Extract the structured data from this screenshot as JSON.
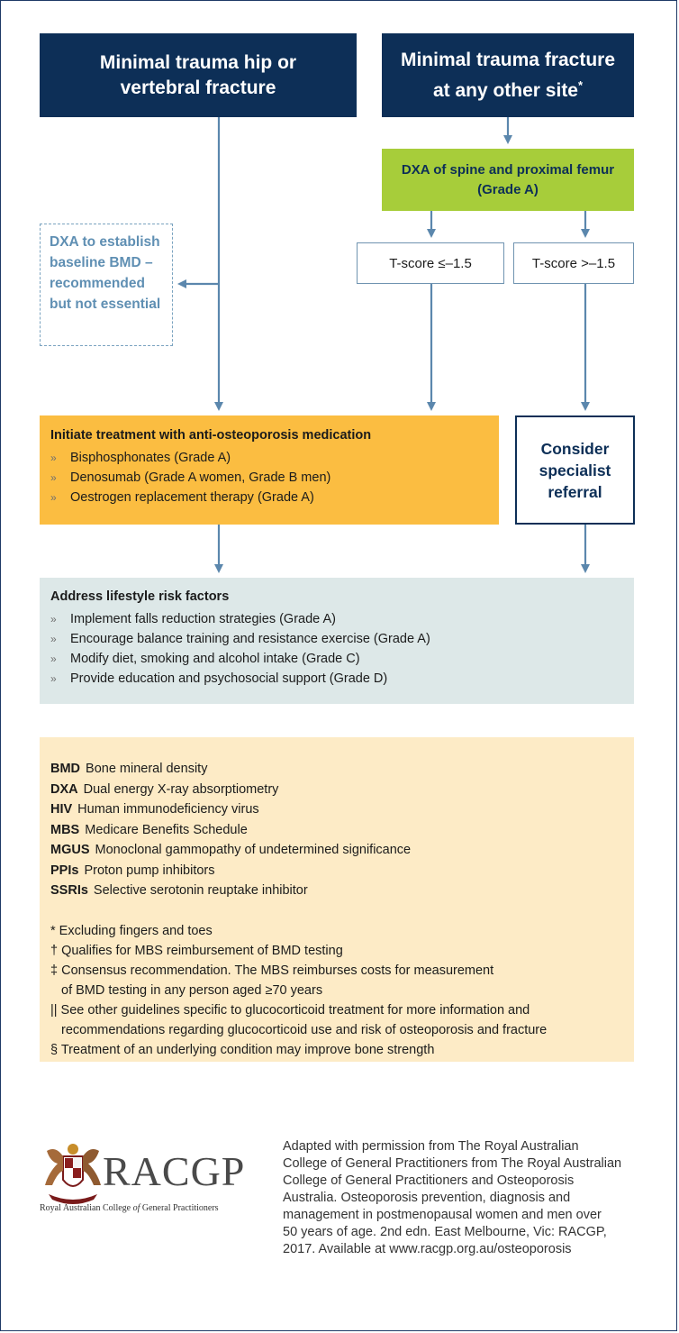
{
  "nodes": {
    "hip_fracture": "Minimal trauma hip or vertebral fracture",
    "other_fracture": "Minimal trauma fracture at any other site",
    "other_fracture_marker": "*",
    "dxa_spine": "DXA of spine and proximal femur",
    "dxa_spine_grade": "(Grade A)",
    "dxa_baseline": [
      "DXA to establish",
      "baseline BMD –",
      "recommended",
      "but not essential"
    ],
    "tscore_low": "T-score ≤–1.5",
    "tscore_high": "T-score >–1.5",
    "treatment": {
      "title": "Initiate treatment with anti-osteoporosis medication",
      "items": [
        "Bisphosphonates (Grade A)",
        "Denosumab (Grade A women, Grade B men)",
        "Oestrogen replacement therapy (Grade A)"
      ]
    },
    "referral": [
      "Consider",
      "specialist",
      "referral"
    ],
    "lifestyle": {
      "title": "Address lifestyle risk factors",
      "items": [
        "Implement falls reduction strategies (Grade A)",
        "Encourage balance training and resistance exercise (Grade A)",
        "Modify diet, smoking and alcohol intake (Grade C)",
        "Provide education and psychosocial support (Grade D)"
      ]
    }
  },
  "bullet_glyph": "»",
  "abbreviations": [
    {
      "abbr": "BMD",
      "meaning": "Bone mineral density"
    },
    {
      "abbr": "DXA",
      "meaning": "Dual energy X-ray absorptiometry"
    },
    {
      "abbr": "HIV",
      "meaning": "Human immunodeficiency virus"
    },
    {
      "abbr": "MBS",
      "meaning": "Medicare Benefits Schedule"
    },
    {
      "abbr": "MGUS",
      "meaning": "Monoclonal gammopathy of undetermined significance"
    },
    {
      "abbr": "PPIs",
      "meaning": "Proton pump inhibitors"
    },
    {
      "abbr": "SSRIs",
      "meaning": "Selective serotonin reuptake inhibitor"
    }
  ],
  "footnotes": [
    [
      "* Excluding fingers and toes"
    ],
    [
      "† Qualifies for MBS reimbursement of BMD testing"
    ],
    [
      "‡ Consensus recommendation. The MBS reimburses costs for measurement",
      "of BMD testing in any person aged ≥70 years"
    ],
    [
      "|| See other guidelines specific to glucocorticoid treatment for more information and",
      "recommendations regarding glucocorticoid use and risk of osteoporosis and fracture"
    ],
    [
      "§ Treatment of an underlying condition may improve bone strength"
    ]
  ],
  "logo": {
    "wordmark": "RACGP",
    "subtitle_before": "Royal Australian College ",
    "subtitle_of": "of",
    "subtitle_after": " General Practitioners"
  },
  "credit_lines": [
    "Adapted with permission from The Royal Australian",
    "College of General Practitioners from The Royal Australian",
    "College of General Practitioners and Osteoporosis",
    "Australia. Osteoporosis prevention, diagnosis and",
    "management in postmenopausal women and men over",
    "50 years of age. 2nd edn. East Melbourne, Vic: RACGP,",
    "2017. Available at www.racgp.org.au/osteoporosis"
  ],
  "colors": {
    "navy": "#0d2f57",
    "green": "#a7cd3a",
    "orange": "#fbbd41",
    "teal": "#dde8e8",
    "cream": "#fdebc6",
    "arrow": "#5b87ad",
    "dashed": "#7aa3c0"
  }
}
